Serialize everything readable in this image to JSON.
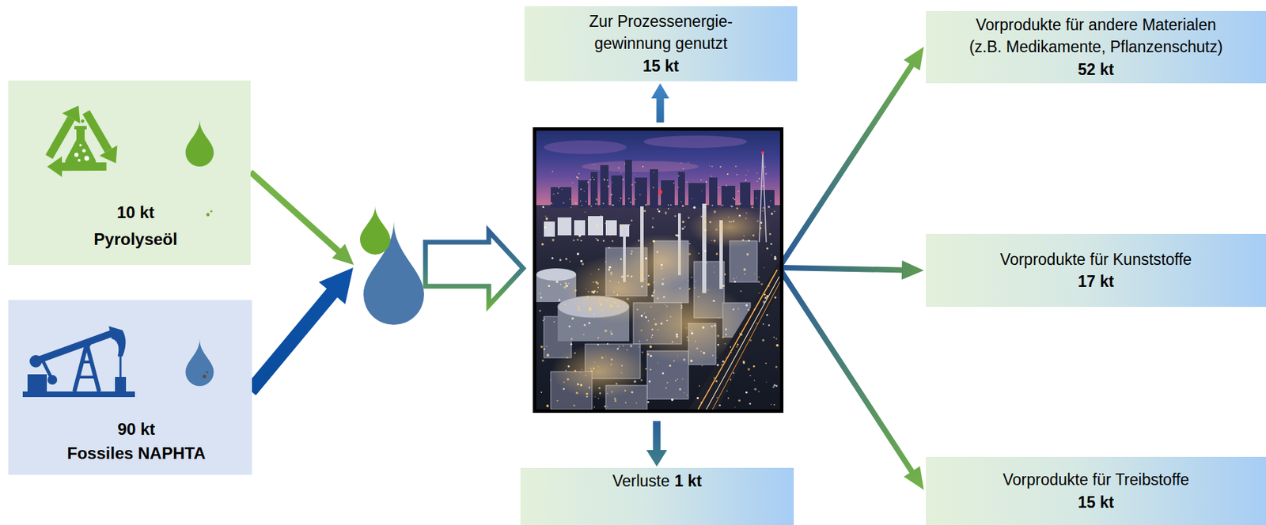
{
  "diagram": {
    "nodes": [
      {
        "text": [
          "10 kt",
          "Pyrolyseöl"
        ]
      },
      {
        "text": [
          "90 kt",
          "Fossiles NAPHTA"
        ]
      },
      {
        "text": [
          "Zur Prozessenergie- gewinnung genutzt",
          "15 kt"
        ]
      },
      {
        "text": [
          "Verluste",
          "1 kt"
        ]
      },
      {
        "text": [
          "Vorprodukte für andere Materialen (z.B. Medikamente, Pflanzenschutz)",
          "52 kt"
        ]
      },
      {
        "text": [
          "Vorprodukte für Kunststoffe",
          "17 kt"
        ]
      },
      {
        "text": [
          "Vorprodukte für Treibstoffe",
          "15 kt"
        ]
      }
    ]
  }
}
